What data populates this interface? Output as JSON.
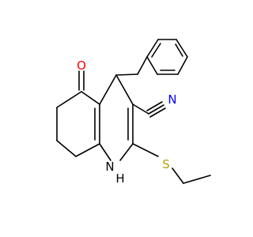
{
  "molecule": {
    "atoms": {
      "O": {
        "label": "O",
        "color": "#ff0000"
      },
      "N": {
        "label": "N",
        "color": "#0000ff"
      },
      "NH": {
        "label": "NH",
        "color": "#000000",
        "main": "N",
        "sub": "H"
      },
      "S": {
        "label": "S",
        "color": "#b5a000"
      }
    },
    "bond_color": "#000000"
  }
}
